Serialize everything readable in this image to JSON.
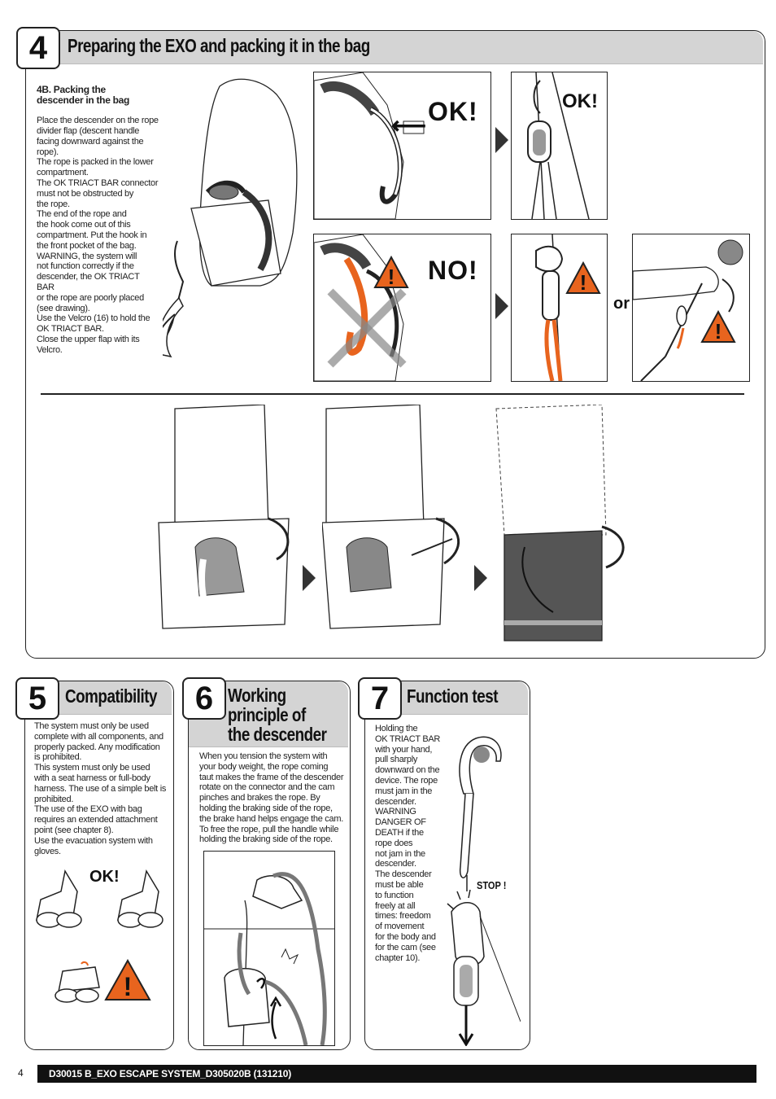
{
  "section4": {
    "number": "4",
    "title": "Preparing the EXO and packing it in the bag",
    "subheading": "4B. Packing the\ndescender in the bag",
    "body": "Place the descender on the rope\ndivider flap (descent handle\nfacing downward against the\nrope).\nThe rope is packed in the lower\ncompartment.\nThe OK TRIACT BAR connector\nmust not be obstructed by\nthe rope.\nThe end of the rope and\nthe hook come out of this\ncompartment. Put the hook in\nthe front pocket of the bag.\nWARNING, the system will\nnot function correctly if the\ndescender, the OK TRIACT BAR\nor the rope are poorly placed\n(see drawing).\nUse the Velcro (16) to hold the\nOK TRIACT BAR.\nClose the upper flap with its\nVelcro.",
    "ok_label": "OK!",
    "ok_label_2": "OK!",
    "no_label": "NO!",
    "or_label": "or"
  },
  "section5": {
    "number": "5",
    "title": "Compatibility",
    "body": "The system must only be used\ncomplete with all components, and\nproperly packed. Any modification\nis prohibited.\nThis system must only be used\nwith a seat harness or full-body\nharness. The use of a simple belt is\nprohibited.\nThe use of the EXO with bag\nrequires an extended attachment\npoint (see chapter 8).\nUse the evacuation system with\ngloves.",
    "ok_label": "OK!"
  },
  "section6": {
    "number": "6",
    "title": "Working\nprinciple of\nthe descender",
    "body": "When you tension the system with\nyour body weight, the rope coming\ntaut makes the frame of the descender\nrotate on the connector and the cam\npinches and brakes the rope. By\nholding the braking side of the rope,\nthe brake hand helps engage the cam.\nTo free the rope, pull the handle while\nholding the braking side of the rope."
  },
  "section7": {
    "number": "7",
    "title": "Function test",
    "body": "Holding the\nOK TRIACT BAR\nwith your hand,\npull sharply\ndownward on the\ndevice. The rope\nmust jam in the\ndescender.\nWARNING\nDANGER OF\nDEATH if the\nrope does\nnot jam in the\ndescender.\nThe descender\nmust be able\nto function\nfreely at all\ntimes: freedom\nof movement\nfor the body and\nfor the cam (see\nchapter 10).",
    "stop_label": "STOP !"
  },
  "footer": {
    "page_number": "4",
    "doc_ref": "D30015 B_EXO ESCAPE SYSTEM_D305020B (131210)"
  },
  "colors": {
    "header_bg": "#d4d4d4",
    "accent_orange": "#e8641e",
    "warning_orange": "#e8641e",
    "ink": "#111111"
  }
}
